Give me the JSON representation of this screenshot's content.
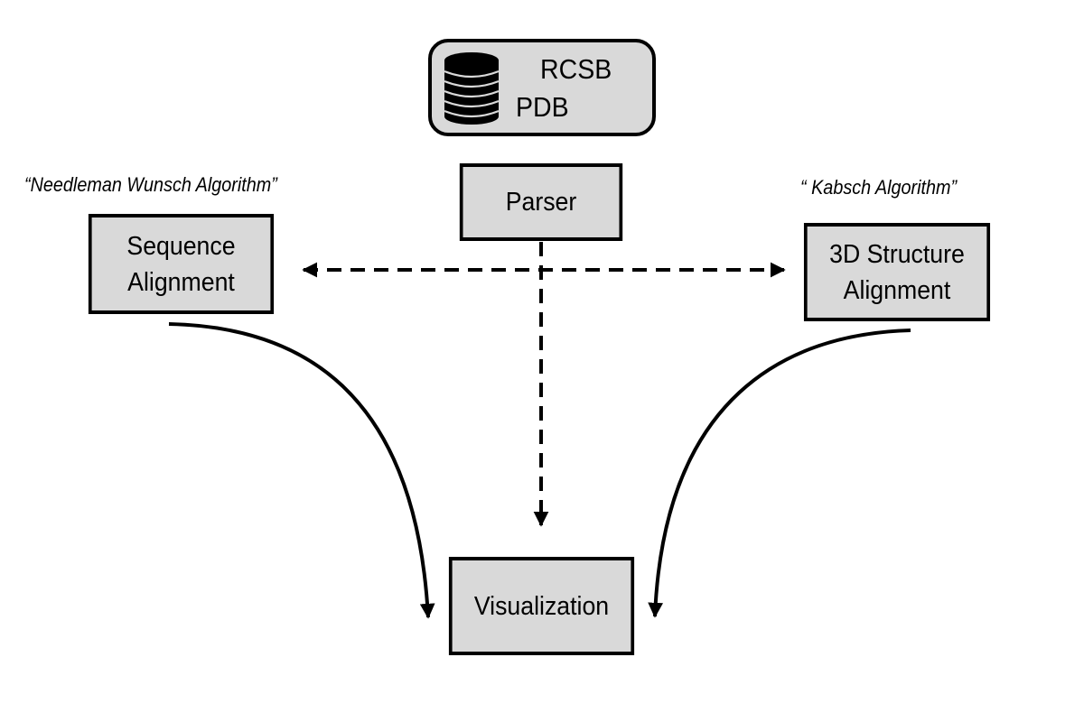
{
  "database": {
    "name_line1": "RCSB",
    "name_line2": "PDB",
    "icon": "database-icon"
  },
  "nodes": {
    "parser": "Parser",
    "sequence_alignment": [
      "Sequence",
      "Alignment"
    ],
    "structure_alignment": [
      "3D Structure",
      "Alignment"
    ],
    "visualization": "Visualization"
  },
  "annotations": {
    "sequence_method": "“Needleman Wunsch Algorithm”",
    "structure_method": "“ Kabsch Algorithm”"
  },
  "colors": {
    "box_fill": "#d9d9d9",
    "stroke": "#000000"
  }
}
